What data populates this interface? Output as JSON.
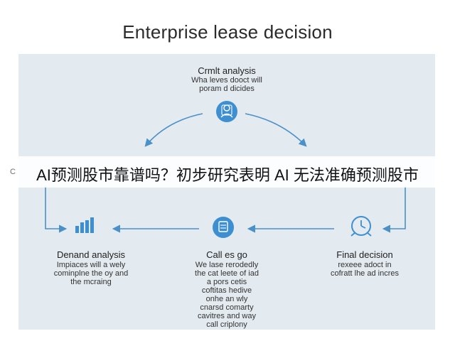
{
  "title": "Enterprise lease decision",
  "banner": {
    "text": "AI预测股市靠谱吗？初步研究表明 AI 无法准确预测股市"
  },
  "nodes": {
    "top": {
      "title": "Crmlt analysis",
      "desc": "Wha leves dooct will\nporam d dicides",
      "icon": "person-icon"
    },
    "left": {
      "title": "Denand analysis",
      "desc": "Impiaces will a wely\ncominplne the oy and\nthe mcraing",
      "icon": "bar-chart-icon"
    },
    "center": {
      "title": "Call es go",
      "desc": "We lase rerodedly\nthe cat leete of iad\na pors cetis\ncoftitas hedive\nonhe an wly\ncnarsd comarty\ncavitres and way\ncall criplony",
      "icon": "document-icon"
    },
    "right": {
      "title": "Final decision",
      "desc": "rexeee adoct in\ncofratt lhe ad incres",
      "icon": "clock-icon"
    }
  },
  "fragments": {
    "left_edge": "C"
  },
  "colors": {
    "accent": "#3d8fd1",
    "panel": "#e3eaf0",
    "arrow": "#4a90c9"
  }
}
